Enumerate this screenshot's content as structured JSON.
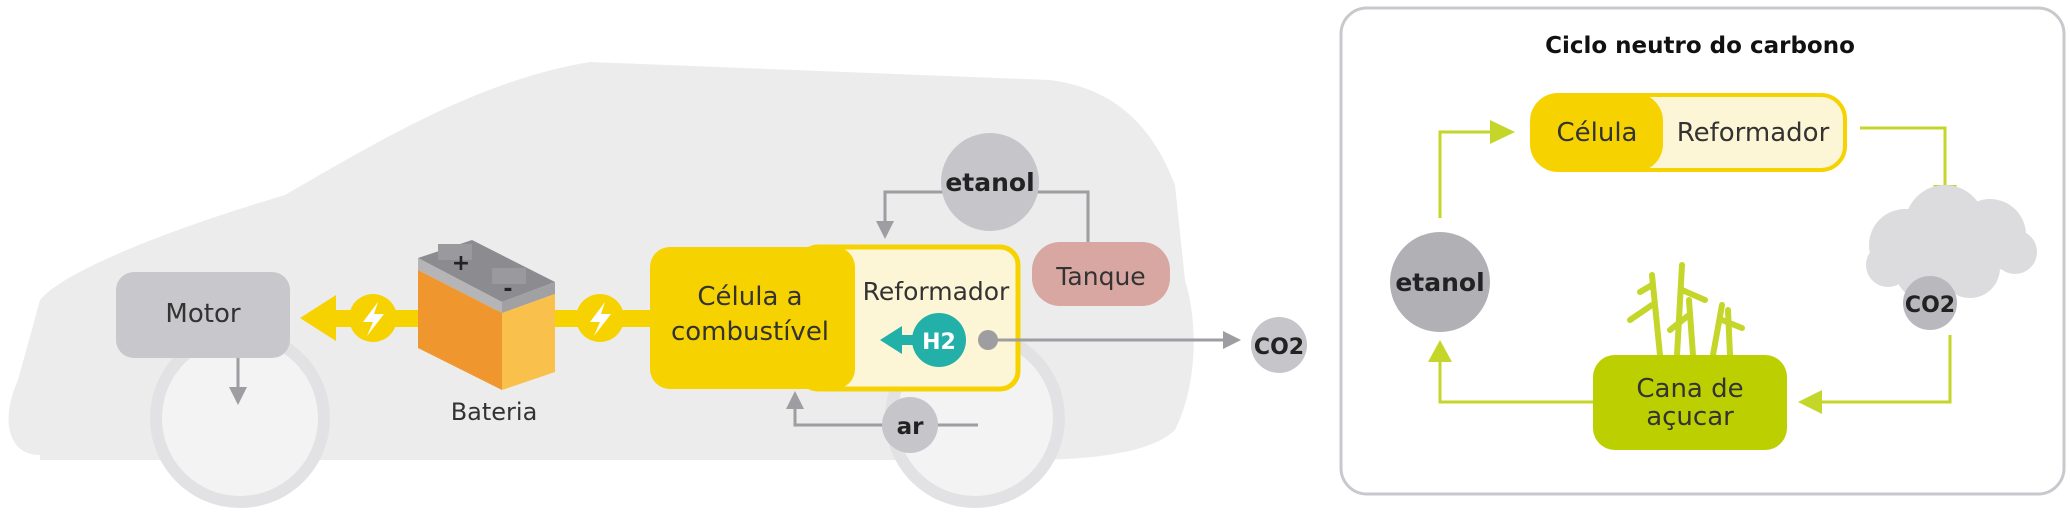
{
  "colors": {
    "car": "#ececec",
    "wheel": "#e2e2e4",
    "node_gray": "#c5c5ca",
    "motor_box": "#c8c8cc",
    "yellow": "#f6d300",
    "cream": "#fdf6d6",
    "teal": "#22b0a8",
    "tanque": "#d8a7a2",
    "green": "#bccf00",
    "arrow_gray": "#9d9da2",
    "arrow_green": "#c4d62a",
    "battery_orange": "#f0962e",
    "battery_top": "#8c8c90"
  },
  "car": {
    "motor": "Motor",
    "battery_label": "Bateria",
    "battery_plus": "+",
    "battery_minus": "-",
    "fuel_cell": [
      "Célula a",
      "combustível"
    ],
    "reformer": "Reformador",
    "h2": "H2",
    "ethanol": "etanol",
    "tank": "Tanque",
    "co2": "CO2",
    "air": "ar"
  },
  "cycle": {
    "title": "Ciclo neutro do carbono",
    "cell": "Célula",
    "reformer": "Reformador",
    "ethanol": "etanol",
    "co2": "CO2",
    "sugarcane": [
      "Cana de",
      "açucar"
    ]
  }
}
